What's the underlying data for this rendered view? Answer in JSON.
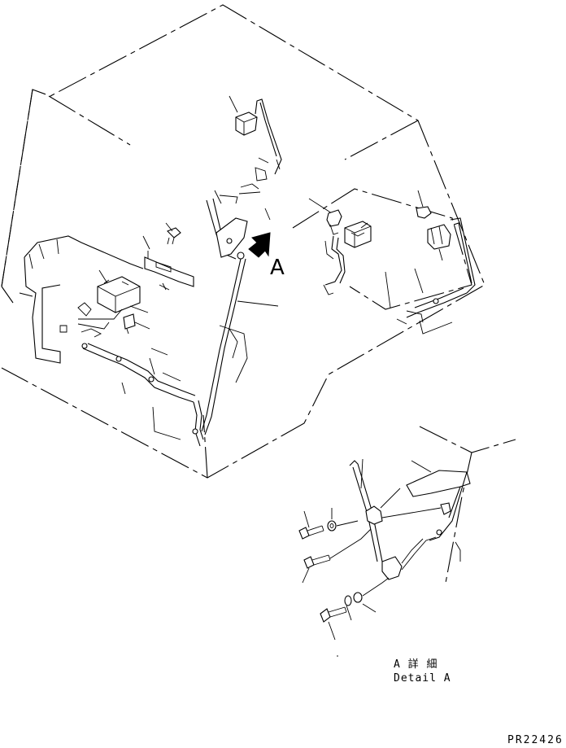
{
  "view_marker": "A",
  "detail_caption": {
    "japanese": "A 詳 細",
    "english": "Detail A"
  },
  "drawing_code": "PR22426"
}
